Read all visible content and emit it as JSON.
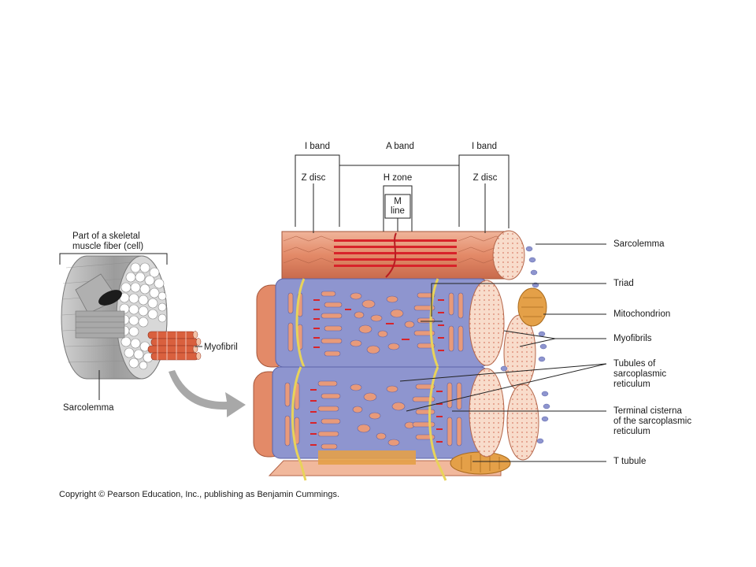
{
  "diagram": {
    "labels": {
      "fiber_caption": "Part of a skeletal\nmuscle fiber (cell)",
      "myofibril": "Myofibril",
      "sarcolemma_left": "Sarcolemma",
      "i_band_left": "I band",
      "a_band": "A band",
      "i_band_right": "I band",
      "z_disc_left": "Z disc",
      "h_zone": "H zone",
      "z_disc_right": "Z disc",
      "m_line": "M\nline",
      "sarcolemma_right": "Sarcolemma",
      "triad": "Triad",
      "mitochondrion": "Mitochondrion",
      "myofibrils": "Myofibrils",
      "tubules_sr": "Tubules of\nsarcoplasmic\nreticulum",
      "terminal_cisterna": "Terminal cisterna\nof the sarcoplasmic\nreticulum",
      "t_tubule": "T tubule"
    },
    "copyright": "Copyright © Pearson Education, Inc., publishing as Benjamin Cummings.",
    "colors": {
      "myofibril": "#e89a7a",
      "myofibril_dark": "#c9654a",
      "sarcoplasmic_reticulum": "#8e95cf",
      "sr_dark": "#5c63a8",
      "t_tubule": "#e8d35a",
      "filament_red": "#d8232a",
      "mitochondrion": "#e4a048",
      "fiber_gray": "#b9b9b9",
      "arrow_gray": "#a8a8a8"
    }
  }
}
